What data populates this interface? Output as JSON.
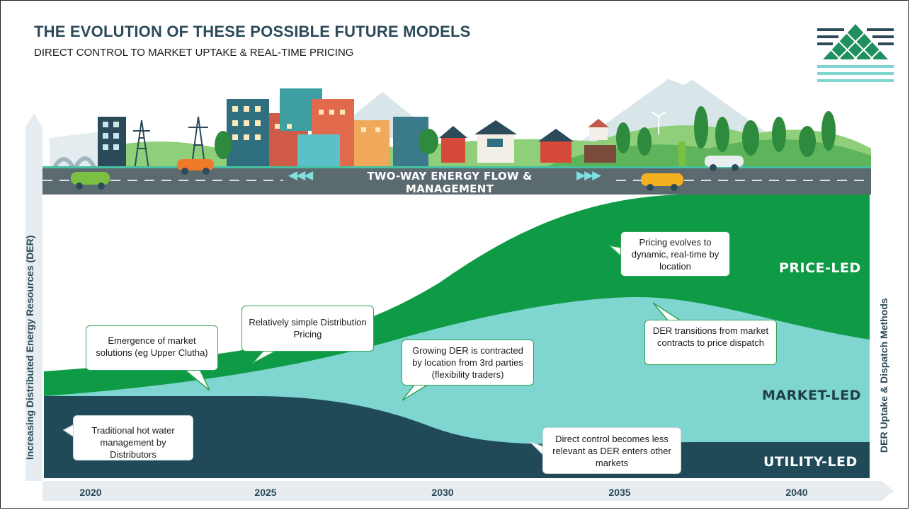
{
  "title": "THE EVOLUTION OF THESE POSSIBLE FUTURE MODELS",
  "subtitle": "DIRECT CONTROL TO MARKET UPTAKE & REAL-TIME PRICING",
  "road_label": "TWO-WAY ENERGY FLOW & MANAGEMENT",
  "road_arrows_left": "◀◀◀",
  "road_arrows_right": "▶▶▶",
  "y_axis_label": "Increasing Distributed Energy Resources (DER)",
  "y_axis_label_right": "DER Uptake & Dispatch Methods",
  "bands": [
    {
      "label": "PRICE-LED",
      "color": "#0f9a45"
    },
    {
      "label": "MARKET-LED",
      "color": "#7fd5d0"
    },
    {
      "label": "UTILITY-LED",
      "color": "#204a58"
    }
  ],
  "years": [
    "2020",
    "2025",
    "2030",
    "2035",
    "2040"
  ],
  "callouts": [
    {
      "text": "Traditional hot water management by Distributors"
    },
    {
      "text": "Emergence of market solutions (eg Upper Clutha)"
    },
    {
      "text": "Relatively simple Distribution Pricing"
    },
    {
      "text": "Growing DER is contracted by location from 3rd parties (flexibility traders)"
    },
    {
      "text": "Pricing evolves to dynamic, real-time by location"
    },
    {
      "text": "DER transitions from market contracts to price dispatch"
    },
    {
      "text": "Direct control becomes less relevant as DER enters other markets"
    }
  ],
  "colors": {
    "title": "#2b4a5a",
    "price_led": "#0f9a45",
    "market_led": "#7fd5d0",
    "utility_led": "#204a58",
    "road": "#5b6a6e",
    "axis_arrow": "#e6ecef"
  }
}
